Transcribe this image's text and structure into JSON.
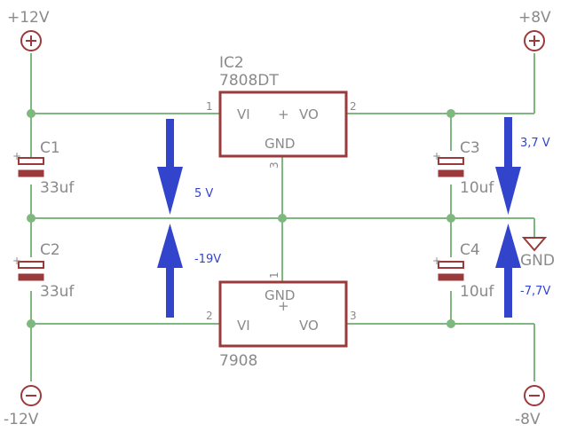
{
  "supply": {
    "plus12": "+12V",
    "minus12": "-12V",
    "plus8": "+8V",
    "minus8": "-8V",
    "gnd": "GND"
  },
  "ic2": {
    "name": "IC2",
    "value": "7808DT",
    "vi": "VI",
    "vo": "VO",
    "gnd": "GND",
    "plus": "+",
    "pin1": "1",
    "pin2": "2",
    "pin3": "3"
  },
  "ic7908": {
    "value": "7908",
    "vi": "VI",
    "vo": "VO",
    "gnd": "GND",
    "plus": "+",
    "pin1": "1",
    "pin2": "2",
    "pin3": "3"
  },
  "caps": {
    "c1": {
      "name": "C1",
      "value": "33uf"
    },
    "c2": {
      "name": "C2",
      "value": "33uf"
    },
    "c3": {
      "name": "C3",
      "value": "10uf"
    },
    "c4": {
      "name": "C4",
      "value": "10uf"
    }
  },
  "voltages": {
    "v_in_top": "5 V",
    "v_in_bottom": "-19V",
    "v_out_top": "3,7 V",
    "v_out_bottom": "-7,7V"
  },
  "colors": {
    "wire": "#7fb87f",
    "part": "#9b3a3a",
    "arrow": "#3344cc",
    "text": "#8a8a8a"
  }
}
